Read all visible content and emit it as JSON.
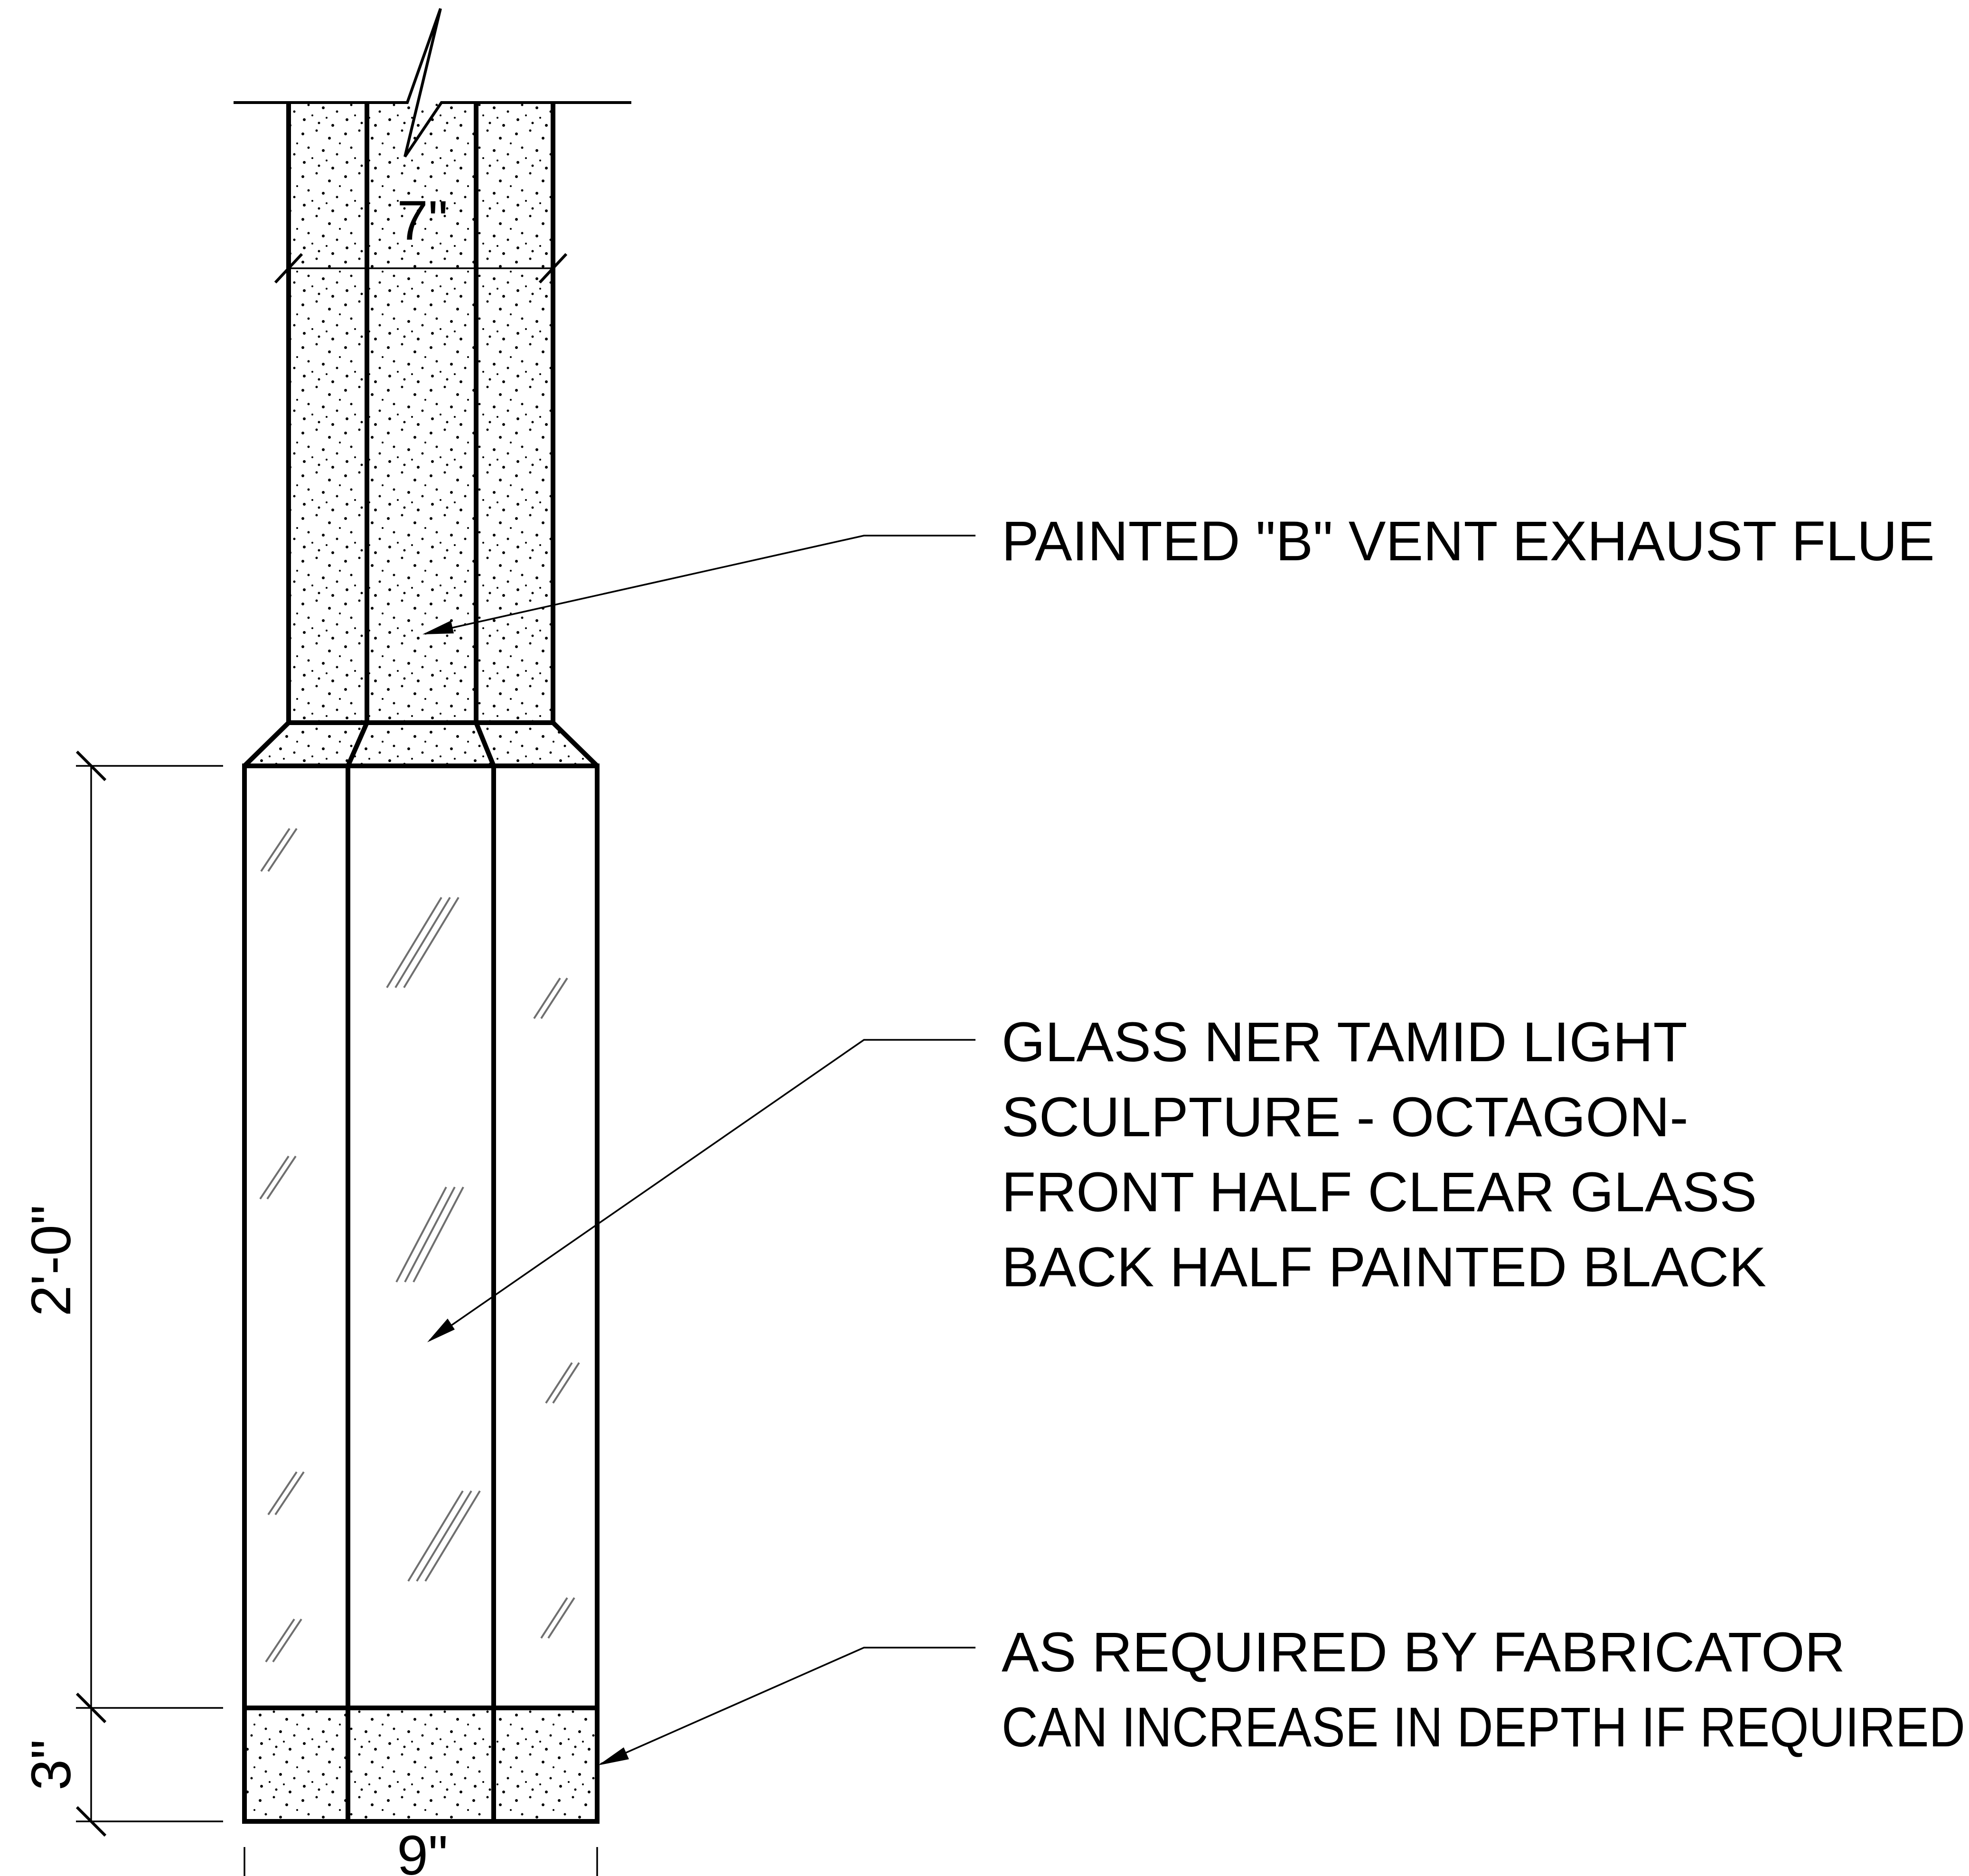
{
  "dimensions": {
    "flue_width": "7\"",
    "sculpture_height": "2'-0\"",
    "base_height": "3\"",
    "sculpture_width": "9\""
  },
  "callouts": {
    "flue": {
      "lines": [
        "PAINTED \"B\" VENT  EXHAUST FLUE"
      ]
    },
    "sculpture": {
      "lines": [
        "GLASS NER TAMID LIGHT",
        "SCULPTURE - OCTAGON-",
        "FRONT HALF CLEAR GLASS",
        "BACK HALF PAINTED BLACK"
      ]
    },
    "base": {
      "lines": [
        "AS REQUIRED BY FABRICATOR",
        "CAN INCREASE IN DEPTH IF REQUIRED"
      ]
    }
  }
}
